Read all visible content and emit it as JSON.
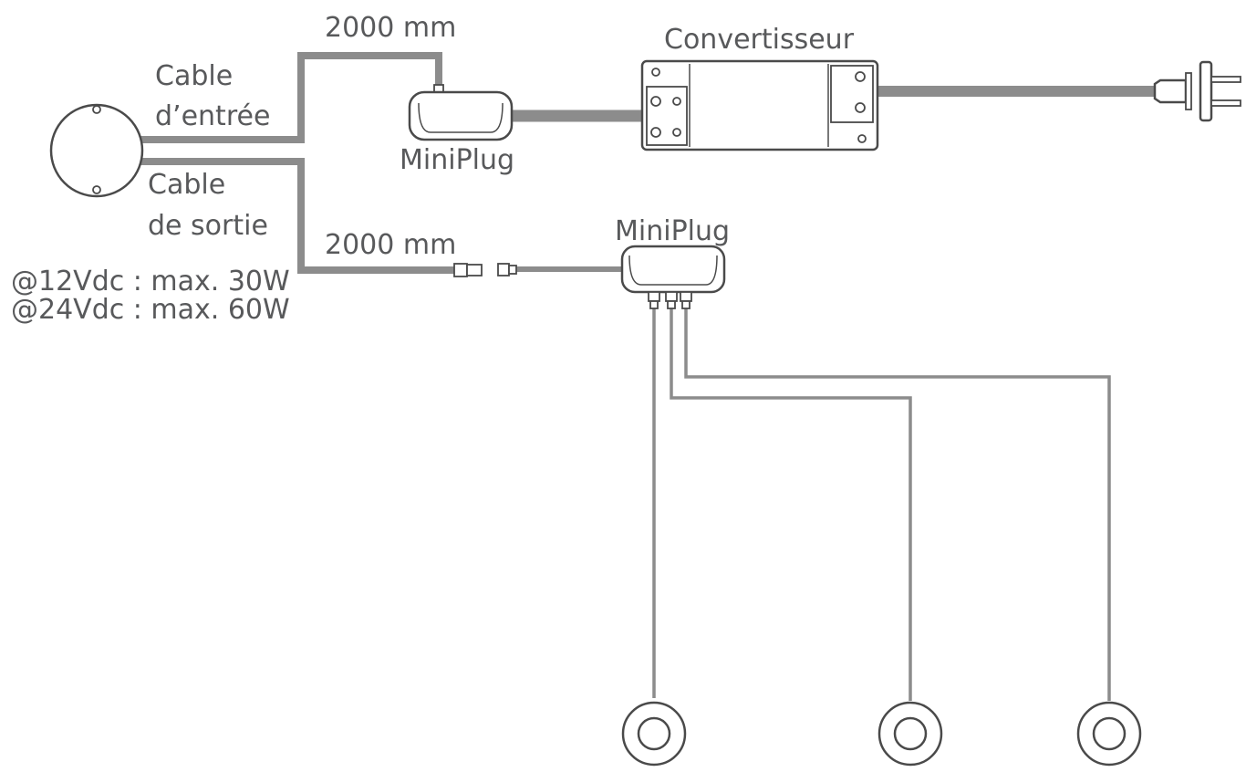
{
  "labels": {
    "input_cable_line1": "Cable",
    "input_cable_line2": "d’entrée",
    "output_cable_line1": "Cable",
    "output_cable_line2": "de sortie",
    "length_top": "2000 mm",
    "length_bottom": "2000 mm",
    "converter": "Convertisseur",
    "miniplug_top": "MiniPlug",
    "miniplug_bottom": "MiniPlug",
    "rating_12v": "@12Vdc : max. 30W",
    "rating_24v": "@24Vdc : max. 60W"
  },
  "colors": {
    "cable": "#8c8c8c",
    "outline": "#4a4a4a",
    "text": "#58595b"
  }
}
